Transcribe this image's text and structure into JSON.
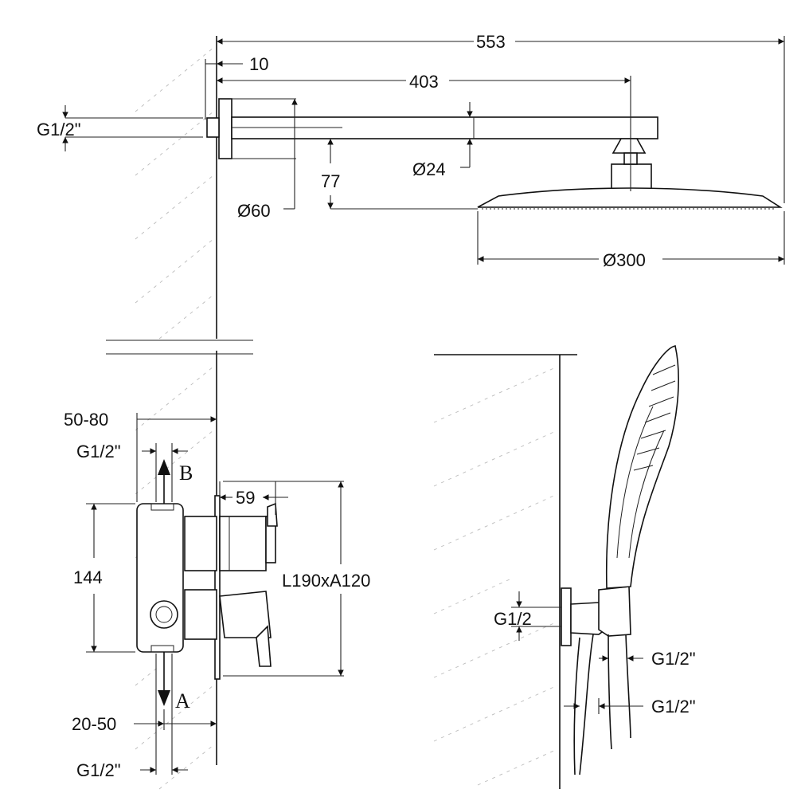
{
  "dimensions": {
    "overall_length": "553",
    "wall_offset": "10",
    "arm_length": "403",
    "inlet_thread": "G1/2\"",
    "head_drop": "77",
    "arm_diameter": "Ø24",
    "flange_diameter": "Ø60",
    "head_diameter": "Ø300",
    "mixer_depth": "50-80",
    "mixer_thread_top": "G1/2\"",
    "handle_depth": "59",
    "body_height": "144",
    "plate_size": "L190xA120",
    "lower_offset": "20-50",
    "mixer_thread_bottom": "G1/2\"",
    "handshower_thread_wall": "G1/2",
    "handshower_thread_outlet": "G1/2\"",
    "hose_thread": "G1/2\""
  },
  "flow_labels": {
    "outlet_b": "B",
    "outlet_a": "A"
  },
  "colors": {
    "line": "#111111",
    "hatch": "#bbbbbb",
    "background": "#ffffff"
  }
}
